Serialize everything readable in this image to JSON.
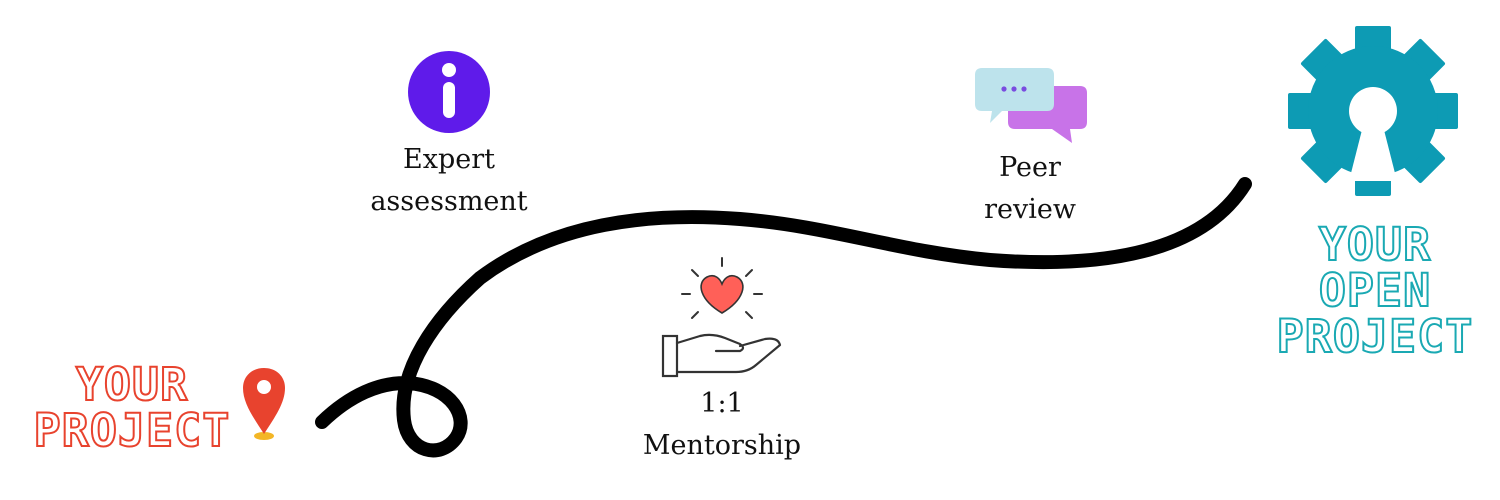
{
  "start": {
    "lines": [
      "YOUR",
      "PROJECT"
    ],
    "color": "#e8432e"
  },
  "end": {
    "lines": [
      "YOUR",
      "OPEN",
      "PROJECT"
    ],
    "color": "#1aa9b3"
  },
  "milestones": [
    {
      "lines": [
        "Expert",
        "assessment"
      ],
      "icon": "info-icon",
      "icon_color": "#5f1bea"
    },
    {
      "lines": [
        "1:1",
        "Mentorship"
      ],
      "icon": "heart-in-hand-icon",
      "icon_color": "#ff6058"
    },
    {
      "lines": [
        "Peer",
        "review"
      ],
      "icon": "speech-bubbles-icon",
      "icon_colors": [
        "#bde3ec",
        "#c873e8"
      ]
    }
  ],
  "gear_color": "#0d9bb4",
  "pin_color": "#e8432e",
  "path_color": "#000000"
}
